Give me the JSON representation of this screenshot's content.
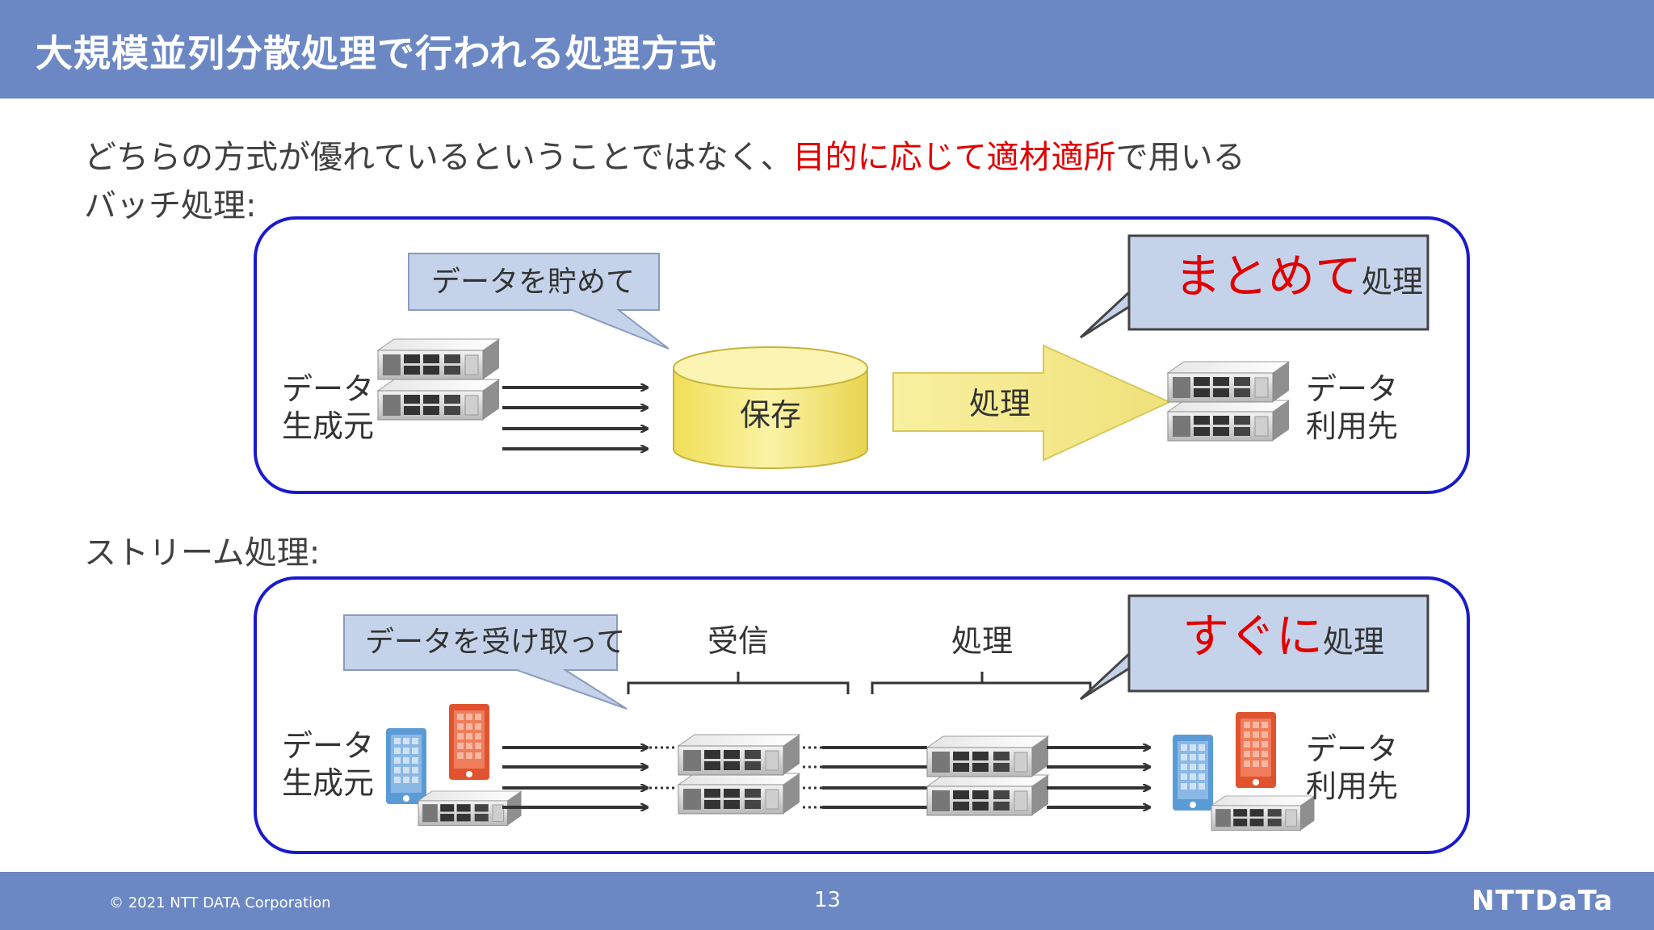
{
  "slide": {
    "title": "大規模並列分散処理で行われる処理方式",
    "intro_prefix": "どちらの方式が優れているということではなく、",
    "intro_highlight": "目的に応じて適材適所",
    "intro_suffix": "で用いる",
    "batch_heading": "バッチ処理:",
    "stream_heading": "ストリーム処理:"
  },
  "batch": {
    "store_callout": "データを貯めて",
    "source_label_1": "データ",
    "source_label_2": "生成元",
    "storage_label": "保存",
    "process_label": "処理",
    "result_highlight": "まとめて",
    "result_suffix": "処理",
    "dest_label_1": "データ",
    "dest_label_2": "利用先"
  },
  "stream": {
    "receive_callout": "データを受け取って",
    "receive_label": "受信",
    "process_label": "処理",
    "result_highlight": "すぐに",
    "result_suffix": "処理",
    "source_label_1": "データ",
    "source_label_2": "生成元",
    "dest_label_1": "データ",
    "dest_label_2": "利用先"
  },
  "footer": {
    "copyright": "© 2021 NTT DATA Corporation",
    "page_number": "13",
    "logo_text": "NTTDaTa"
  },
  "colors": {
    "header_blue": "#6c88c4",
    "panel_border": "#1a1acc",
    "highlight_red": "#e00000",
    "callout_fill": "#c5d3ea",
    "storage_yellow": "#f7ee8c",
    "phone_blue": "#5b9bd5",
    "phone_red": "#e0532e"
  }
}
